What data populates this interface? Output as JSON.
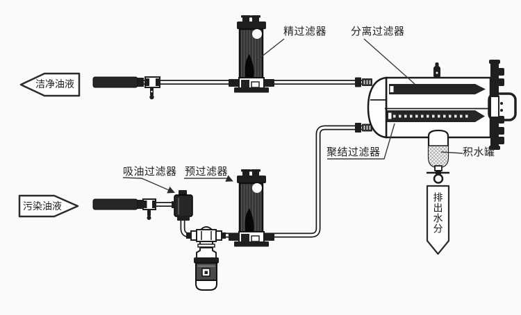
{
  "flow_markers": {
    "clean_oil": "洁净油液",
    "contaminated_oil": "污染油液",
    "discharge_water": "排出水分"
  },
  "component_labels": {
    "fine_filter": "精过滤器",
    "separation_filter": "分离过滤器",
    "coalescing_filter": "聚结过滤器",
    "water_tank": "积水罐",
    "suction_filter": "吸油过滤器",
    "pre_filter": "预过滤器"
  },
  "colors": {
    "background": "#fafafa",
    "line": "#1f1f1f",
    "dark_fill": "#2b2b2b",
    "text": "#222222"
  }
}
